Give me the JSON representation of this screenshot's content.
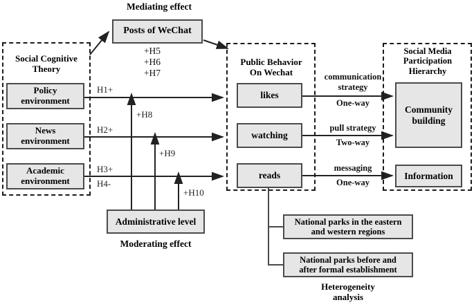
{
  "figure": {
    "title_top": "Mediating effect",
    "title_bottom_left": "Moderating effect",
    "title_bottom_right": "Heterogeneity\nanalysis"
  },
  "groups": {
    "social_cognitive_theory": {
      "label": "Social Cognitive\nTheory"
    },
    "public_behavior": {
      "label": "Public Behavior\nOn Wechat"
    },
    "participation_hierarchy": {
      "label": "Social Media\nParticipation\nHierarchy"
    }
  },
  "nodes": {
    "posts_of_wechat": "Posts of  WeChat",
    "policy_environment": "Policy\nenvironment",
    "news_environment": "News\nenvironment",
    "academic_environment": "Academic\nenvironment",
    "administrative_level": "Administrative level",
    "likes": "likes",
    "watching": "watching",
    "reads": "reads",
    "community_building": "Community\nbuilding",
    "information": "Information",
    "hetero_regions": "National parks in the eastern\nand western regions",
    "hetero_establishment": "National parks before and\nafter formal establishment"
  },
  "hypotheses": {
    "mediating_stack": "+H5\n+H6\n+H7",
    "h1": "H1+",
    "h2": "H2+",
    "h3": "H3+",
    "h4": "H4-",
    "h8": "+H8",
    "h9": "+H9",
    "h10": "+H10"
  },
  "strategy_labels": {
    "likes_to_community": "communication\nstrategy",
    "likes_to_community_way": "One-way",
    "watching_to_community": "pull  strategy",
    "watching_to_community_way": "Two-way",
    "reads_to_information": "messaging",
    "reads_to_information_way": "One-way"
  },
  "colors": {
    "node_fill": "#e6e6e6",
    "node_border": "#4a4a4a",
    "group_border": "#1a1a1a",
    "arrow": "#222222",
    "text": "#000000"
  }
}
